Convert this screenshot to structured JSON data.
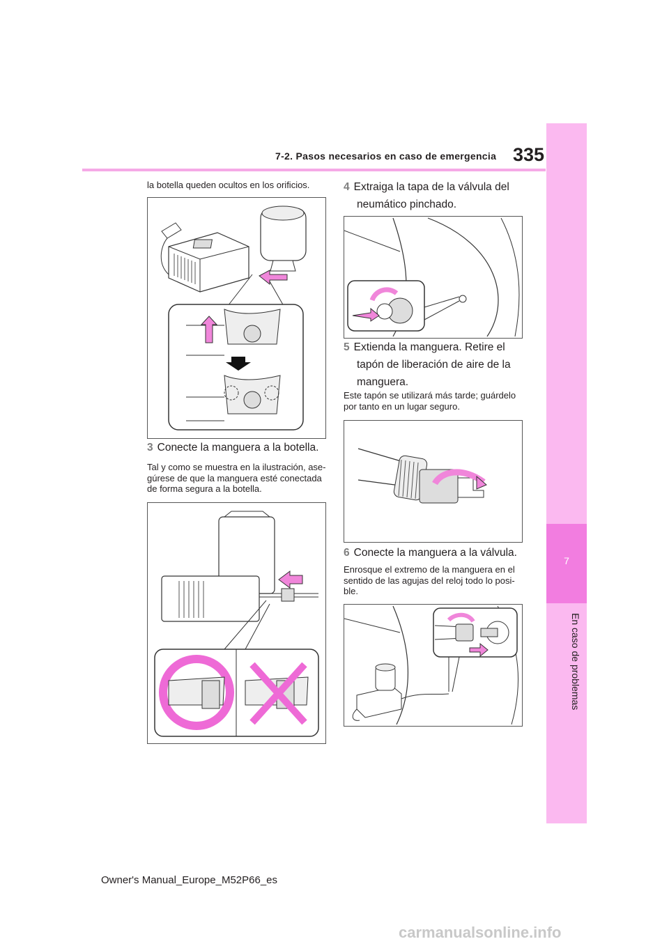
{
  "header": {
    "section": "7-2. Pasos necesarios en caso de emergencia",
    "page_number": "335"
  },
  "side_tab": {
    "chapter_number": "7",
    "chapter_title": "En caso de problemas"
  },
  "left_column": {
    "intro_text": "la botella queden ocultos en los orificios.",
    "step3": {
      "number": "3",
      "title": "Conecte la manguera a la botella.",
      "note_lines": [
        "Tal y como se muestra en la ilustración, ase-",
        "gúrese de que la manguera esté conectada",
        "de forma segura a la botella."
      ]
    }
  },
  "right_column": {
    "step4": {
      "number": "4",
      "title_lines": [
        "Extraiga la tapa de la válvula del",
        "neumático pinchado."
      ]
    },
    "step5": {
      "number": "5",
      "title_lines": [
        "Extienda la manguera. Retire el",
        "tapón de liberación de aire de la",
        "manguera."
      ],
      "note_lines": [
        "Este tapón se utilizará más tarde; guárdelo",
        "por tanto en un lugar seguro."
      ]
    },
    "step6": {
      "number": "6",
      "title": "Conecte la manguera a la válvula.",
      "note_lines": [
        "Enrosque el extremo de la manguera en el",
        "sentido de las agujas del reloj todo lo posi-",
        "ble."
      ]
    }
  },
  "footer": {
    "text": "Owner's Manual_Europe_M52P66_es"
  },
  "watermark": {
    "text": "carmanualsonline.info"
  },
  "colors": {
    "accent_pink": "#f27de0",
    "light_pink": "#fbb9f0",
    "rule_pink": "#f5a9e6",
    "arrow_pink": "#f086da"
  }
}
